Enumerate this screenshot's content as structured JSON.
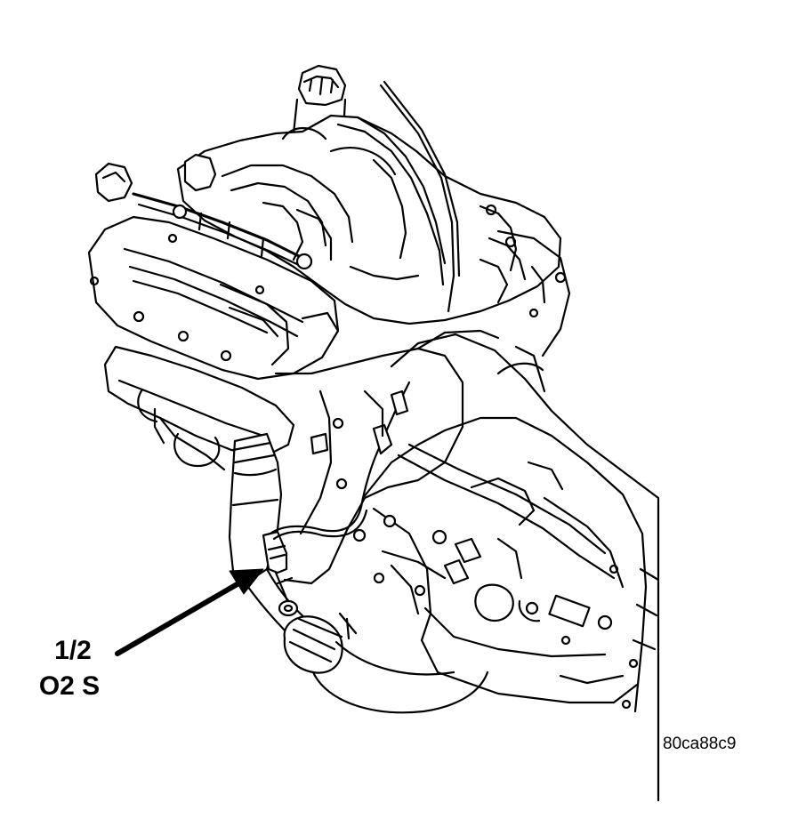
{
  "callout": {
    "line1": "1/2",
    "line2": "O2 S"
  },
  "figure_id": "80ca88c9",
  "line_color": "#000000",
  "background_color": "#ffffff",
  "components": [
    "engine",
    "intake-manifold",
    "oil-filler-cap",
    "fuel-rail",
    "cylinder-head-cover",
    "exhaust-manifold",
    "catalytic-converter",
    "exhaust-pipe",
    "oxygen-sensor",
    "oxygen-sensor-wire",
    "transmission"
  ]
}
